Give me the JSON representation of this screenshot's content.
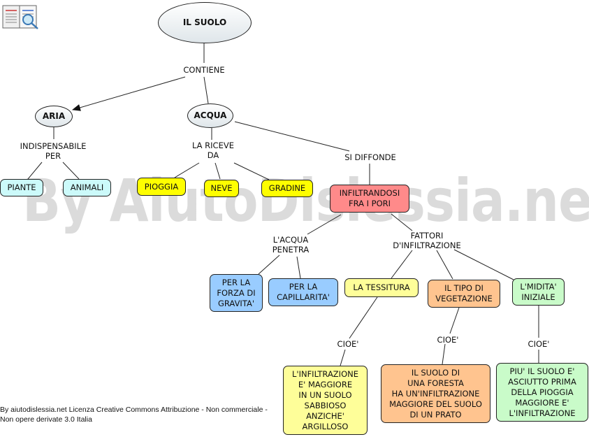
{
  "watermark": "By AiutoDislessia.net",
  "license": "By aiutodislessia.net Licenza Creative Commons Attribuzione - Non commerciale -\nNon opere derivate 3.0 Italia",
  "nodes": {
    "suolo": "IL SUOLO",
    "aria": "ARIA",
    "acqua": "ACQUA",
    "piante": "PIANTE",
    "animali": "ANIMALI",
    "pioggia": "PIOGGIA",
    "neve": "NEVE",
    "gradine": "GRADINE",
    "infiltrandosi": "INFILTRANDOSI\nFRA I PORI",
    "gravita": "PER LA\nFORZA DI\nGRAVITA'",
    "capillarita": "PER LA\nCAPILLARITA'",
    "tessitura": "LA TESSITURA",
    "vegetazione": "IL TIPO DI\nVEGETAZIONE",
    "umidita": "L'MIDITA'\nINIZIALE",
    "sabbioso": "L'INFILTRAZIONE\nE' MAGGIORE\nIN UN SUOLO\nSABBIOSO\nANZICHE'\nARGILLOSO",
    "foresta": "IL SUOLO DI\nUNA FORESTA\nHA UN'INFILTRAZIONE\nMAGGIORE DEL SUOLO\nDI UN PRATO",
    "asciutto": "PIU' IL SUOLO E'\nASCIUTTO PRIMA\nDELLA PIOGGIA\nMAGGIORE E'\nL'INFILTRAZIONE"
  },
  "links": {
    "contiene": "CONTIENE",
    "indispensabile": "INDISPENSABILE\nPER",
    "riceve": "LA RICEVE\nDA",
    "diffonde": "SI DIFFONDE",
    "penetra": "L'ACQUA\nPENETRA",
    "fattori": "FATTORI\nD'INFILTRAZIONE",
    "cioe1": "CIOE'",
    "cioe2": "CIOE'",
    "cioe3": "CIOE'"
  }
}
